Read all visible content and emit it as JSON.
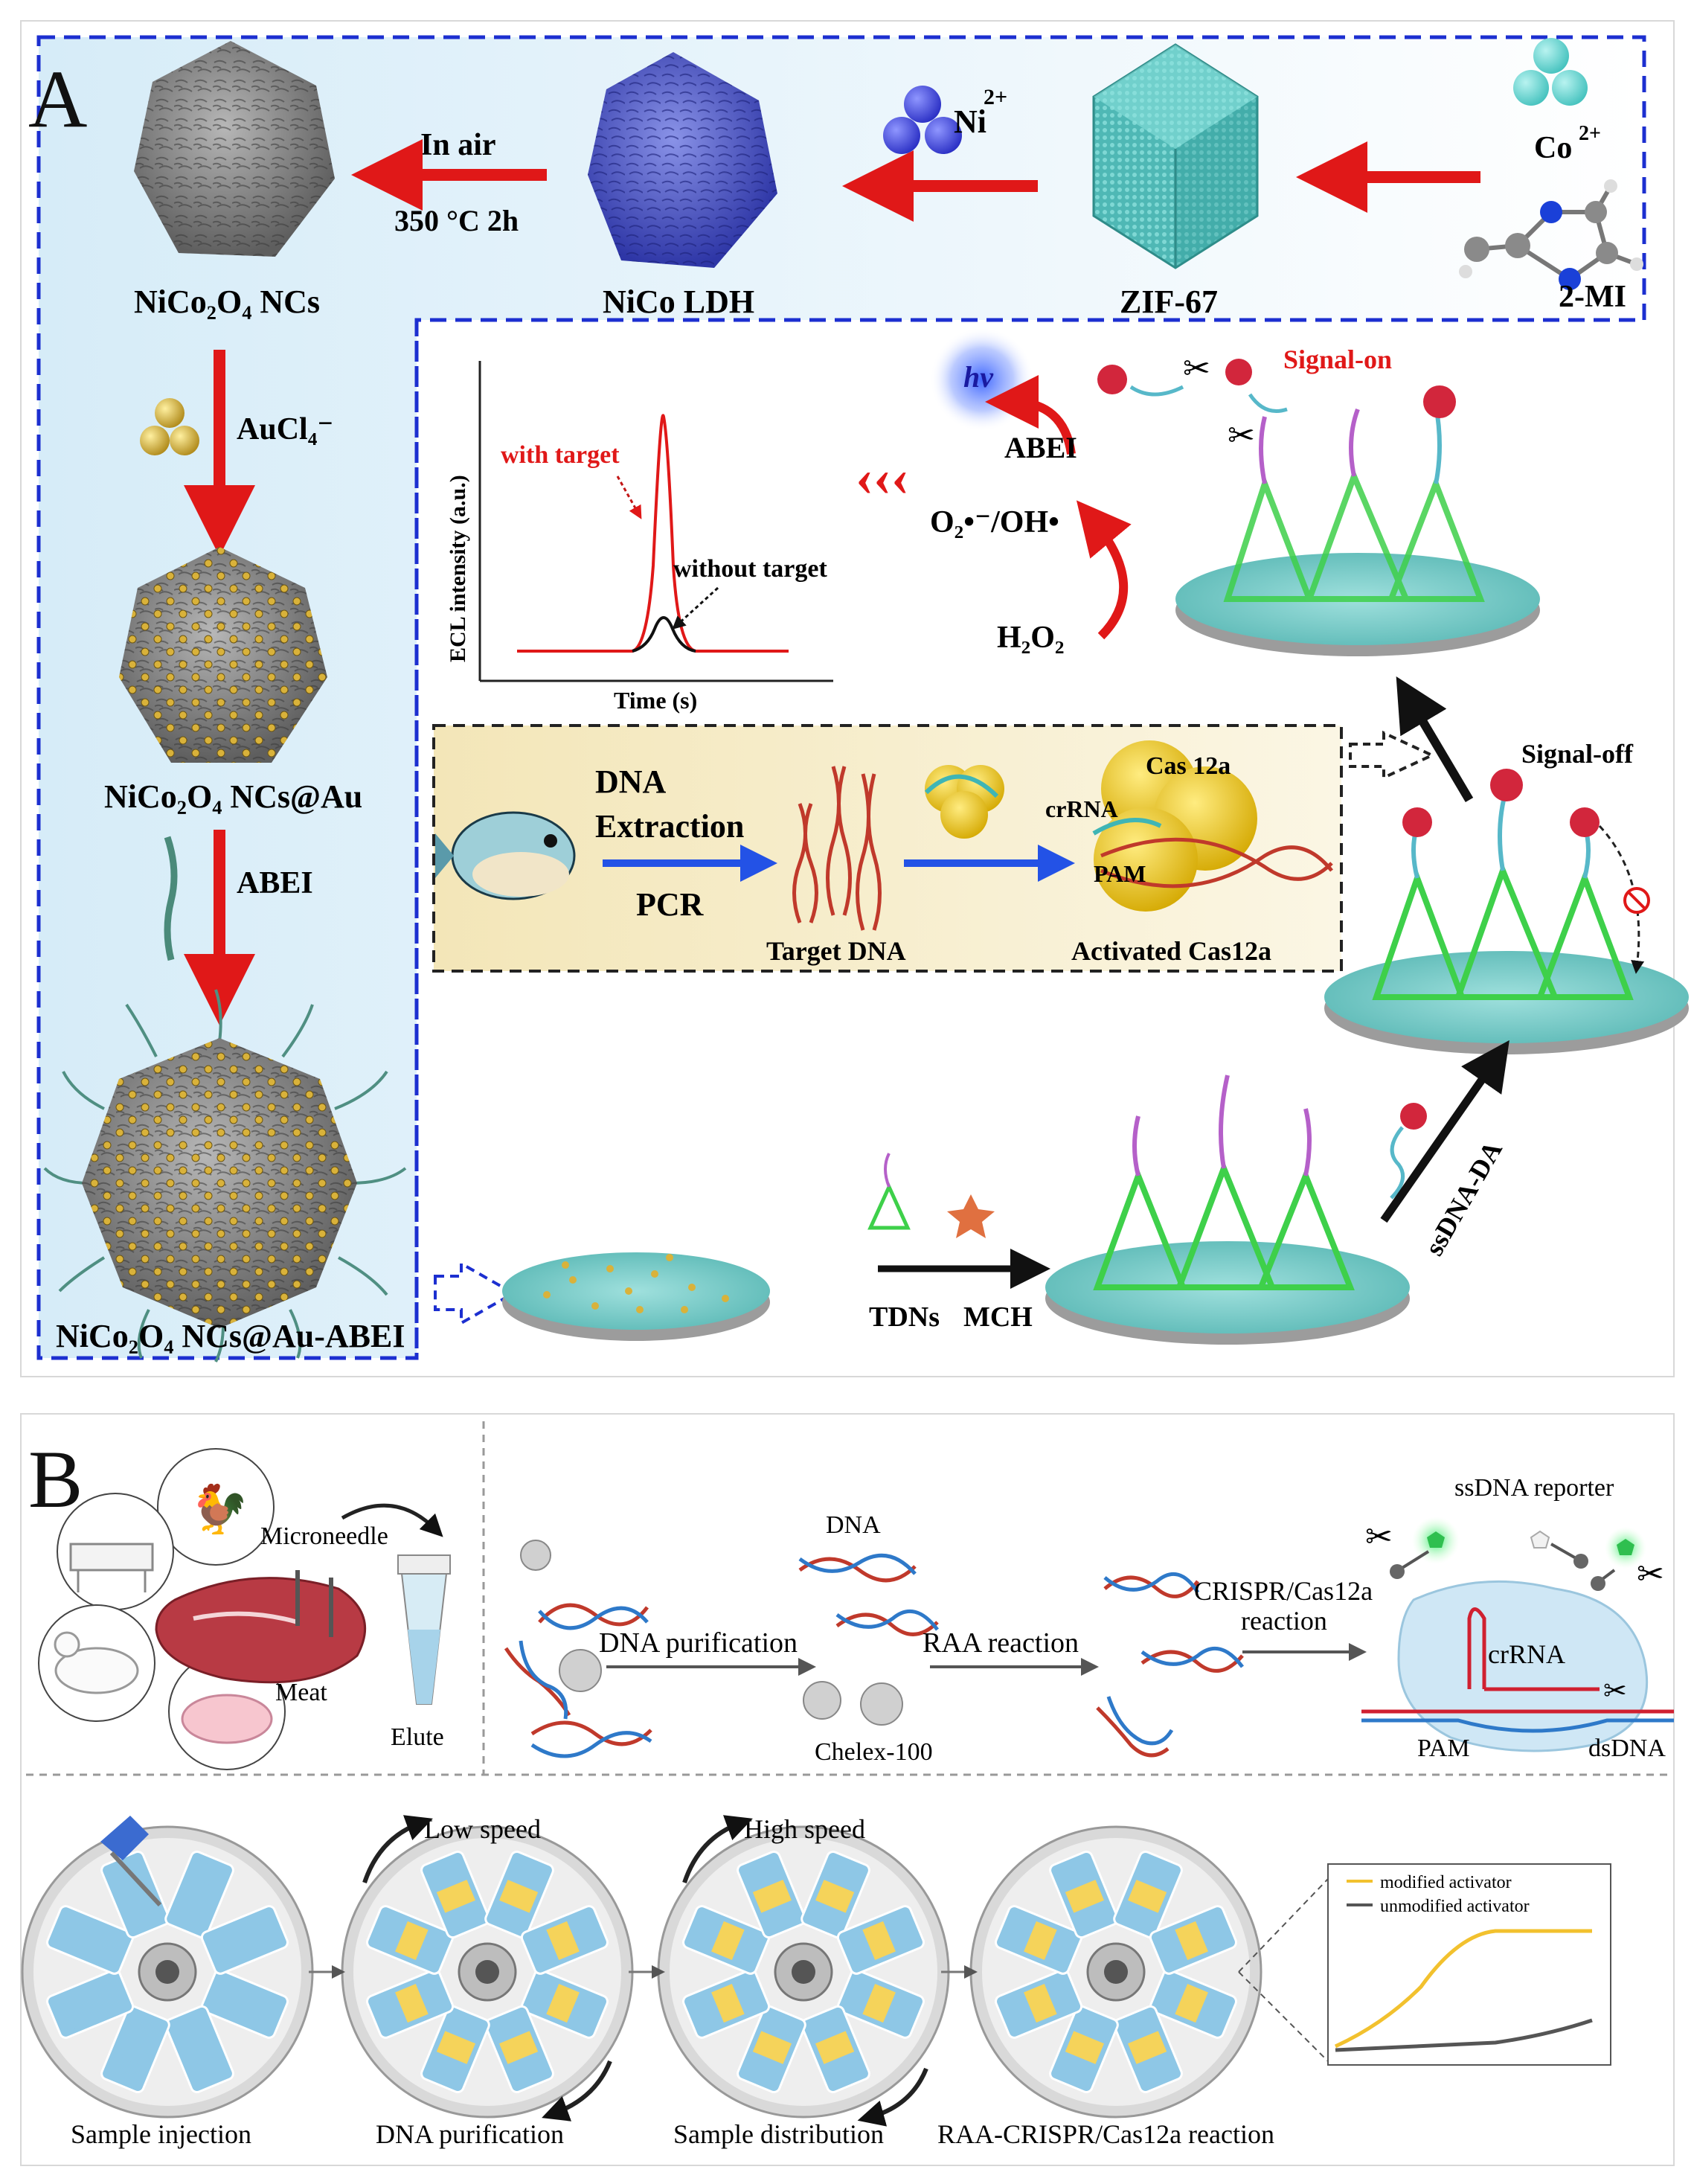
{
  "panelA": {
    "letter": "A",
    "synthesis": {
      "co_label": "Co",
      "co_sup": "2+",
      "mi_label": "2-MI",
      "zif_label": "ZIF-67",
      "ni_label": "Ni",
      "ni_sup": "2+",
      "ldh_label": "NiCo LDH",
      "air_label": "In air",
      "temp_label": "350 °C  2h",
      "nco_label": "NiCo₂O₄ NCs",
      "aucl_label": "AuCl₄⁻",
      "ncoau_label": "NiCo₂O₄ NCs@Au",
      "abei_label": "ABEI",
      "final_label": "NiCo₂O₄ NCs@Au-ABEI"
    },
    "ecl_plot": {
      "ylabel": "ECL intensity (a.u.)",
      "xlabel": "Time (s)",
      "with_label": "with target",
      "without_label": "without target"
    },
    "reaction": {
      "hv": "hv",
      "abei": "ABEI",
      "radical": "O₂•⁻/OH•",
      "h2o2": "H₂O₂",
      "signal_on": "Signal-on",
      "signal_off": "Signal-off"
    },
    "cas_box": {
      "dna_extraction": "DNA\nExtraction",
      "dna_label": "DNA",
      "extraction_label": "Extraction",
      "pcr_label": "PCR",
      "target_dna": "Target DNA",
      "activated": "Activated Cas12a",
      "cas_label": "Cas 12a",
      "crrna_label": "crRNA",
      "pam_label": "PAM"
    },
    "electrode": {
      "tdns": "TDNs",
      "mch": "MCH",
      "ssdna": "ssDNA-DA"
    }
  },
  "panelB": {
    "letter": "B",
    "top": {
      "microneedle": "Microneedle",
      "meat": "Meat",
      "elute": "Elute",
      "dna": "DNA",
      "dna_purification": "DNA purification",
      "raa": "RAA reaction",
      "chelex": "Chelex-100",
      "crispr": "CRISPR/Cas12a",
      "reaction": "reaction",
      "reporter": "ssDNA reporter",
      "crrna": "crRNA",
      "pam": "PAM",
      "dsdna": "dsDNA"
    },
    "bottom": {
      "low_speed": "Low speed",
      "high_speed": "High speed",
      "steps": [
        "Sample injection",
        "DNA purification",
        "Sample distribution",
        "RAA-CRISPR/Cas12a reaction"
      ],
      "legend_modified": "modified activator",
      "legend_unmodified": "unmodified activator"
    }
  },
  "colors": {
    "blue_dash": "#1c2fd0",
    "red_arrow": "#e01818",
    "teal": "#5ccdc8",
    "yellow": "#f5c242",
    "chip_blue": "#8ec7e6"
  }
}
